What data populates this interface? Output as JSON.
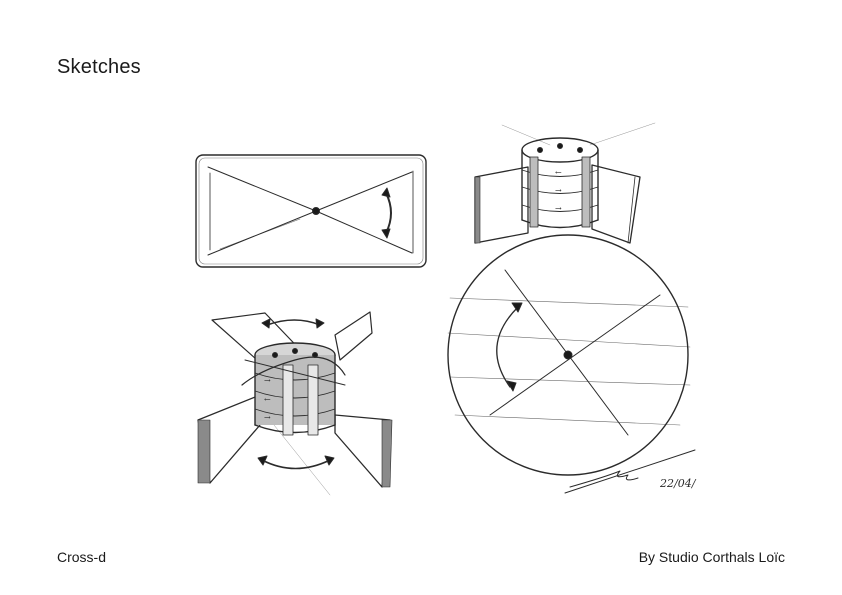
{
  "page": {
    "title": "Sketches",
    "project_name": "Cross-d",
    "credit": "By Studio Corthals Loïc"
  },
  "sketch": {
    "date_note": "22/04/"
  },
  "colors": {
    "ink": "#2b2b2b",
    "shade": "#9a9a9a",
    "background": "#ffffff"
  },
  "icons": [
    "rotation-arrow-icon"
  ]
}
